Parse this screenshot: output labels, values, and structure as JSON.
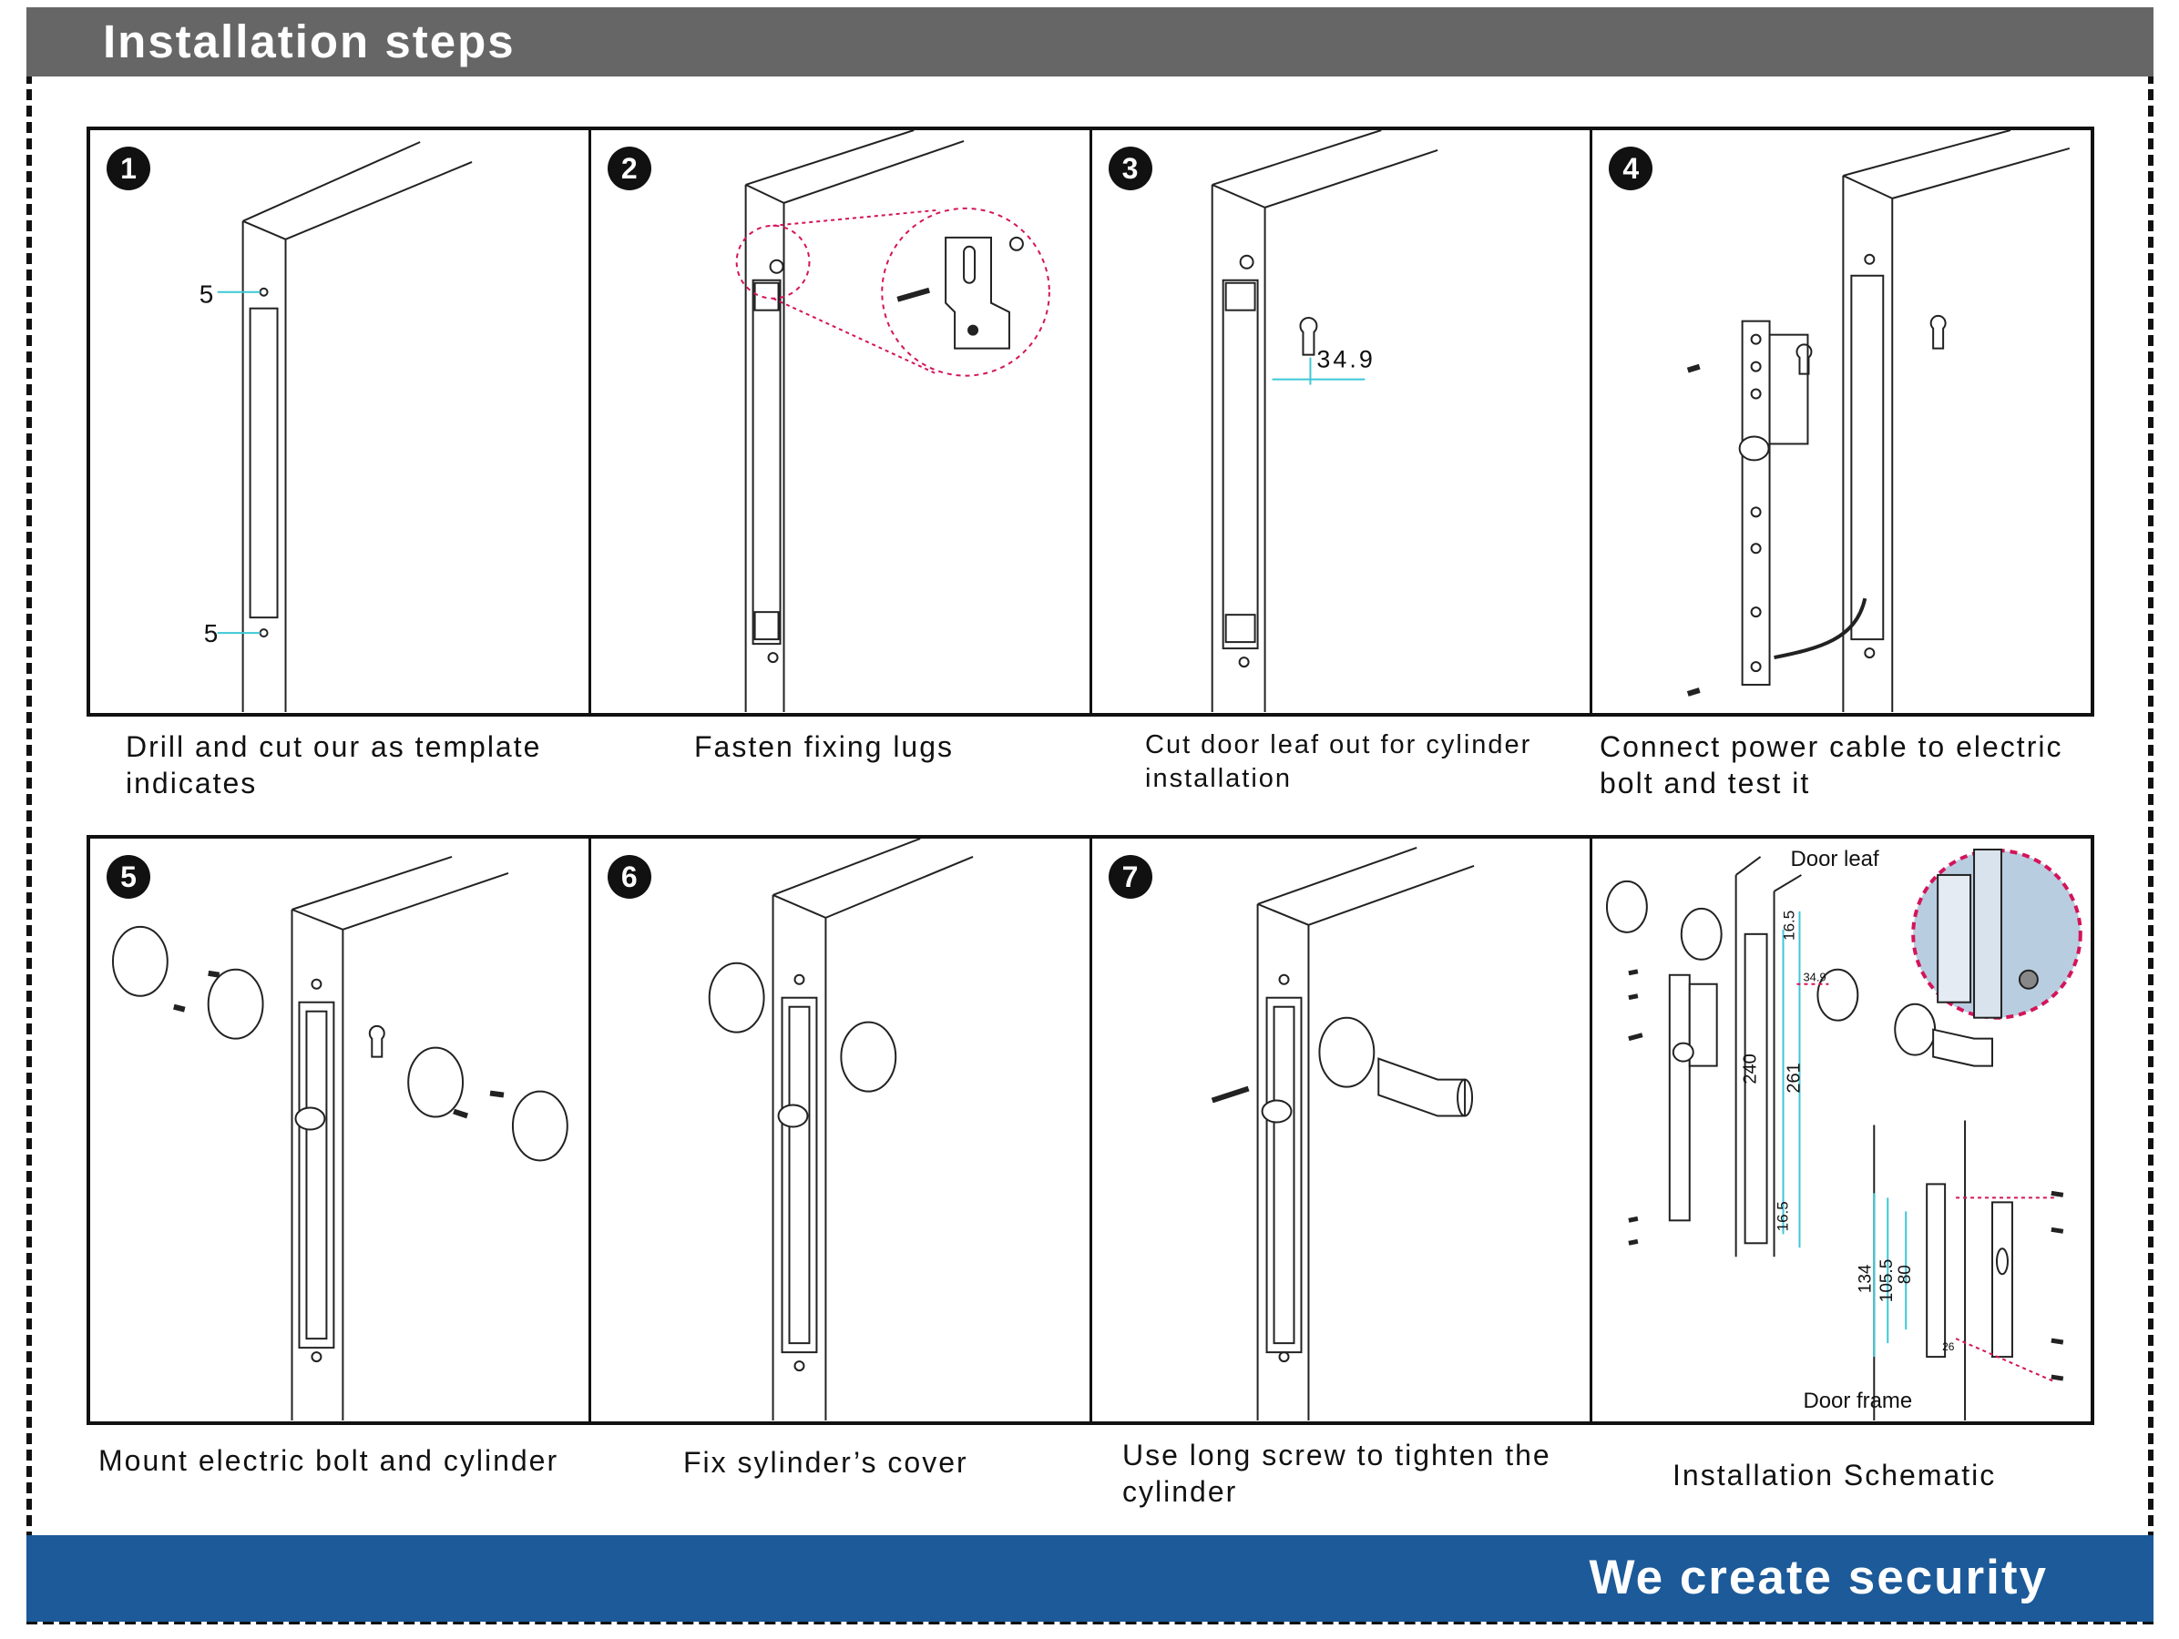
{
  "header": {
    "title": "Installation steps"
  },
  "footer": {
    "slogan": "We create security"
  },
  "steps": [
    {
      "badge": "1",
      "caption": "Drill and cut our as template indicates",
      "dim_top": "5",
      "dim_bottom": "5"
    },
    {
      "badge": "2",
      "caption": "Fasten fixing lugs"
    },
    {
      "badge": "3",
      "caption": "Cut  door leaf out for cylinder installation",
      "dim": "34.9"
    },
    {
      "badge": "4",
      "caption": "Connect power cable to electric bolt and test it"
    },
    {
      "badge": "5",
      "caption": "Mount electric bolt and cylinder"
    },
    {
      "badge": "6",
      "caption": "Fix sylinder’s cover"
    },
    {
      "badge": "7",
      "caption": "Use long screw to tighten the cylinder"
    }
  ],
  "schematic": {
    "caption": "Installation Schematic",
    "door_leaf_label": "Door leaf",
    "door_frame_label": "Door frame",
    "dims": [
      "16.5",
      "34.9",
      "240",
      "261",
      "16.5",
      "134",
      "105.5",
      "80",
      "26"
    ]
  },
  "colors": {
    "header": "#666666",
    "footer": "#1c5a99",
    "accent_red": "#d4145a",
    "dim_cyan": "#3ec7d6"
  }
}
